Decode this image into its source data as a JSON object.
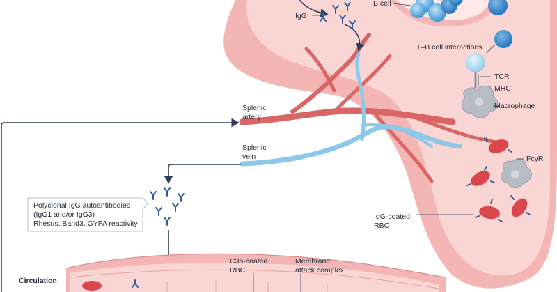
{
  "labels": {
    "igg": "IgG",
    "b_cell": "B cell",
    "tb_interactions": "T–B cell interactions",
    "tcr": "TCR",
    "mhc": "MHC",
    "macrophage": "Macrophage",
    "fcgr": "FcγR",
    "igg_coated_rbc_line1": "IgG-coated",
    "igg_coated_rbc_line2": "RBC",
    "splenic_artery_line1": "Splenic",
    "splenic_artery_line2": "artery",
    "splenic_vein_line1": "Splenic",
    "splenic_vein_line2": "vein",
    "autoab_line1": "Polyclonal IgG autoantibodies",
    "autoab_line2": "(IgG1 and/or IgG3)",
    "autoab_line3": "Rhesus, Band3, GYPA reactivity",
    "c3b_line1": "C3b-coated",
    "c3b_line2": "RBC",
    "mac_line1": "Membrane",
    "mac_line2": "attack complex",
    "circulation": "Circulation"
  },
  "colors": {
    "spleen_outer": "#f4b6b4",
    "spleen_inner": "#f9d6d3",
    "artery": "#d96565",
    "vein": "#8ec8e8",
    "b_cell": "#2f8fd4",
    "t_cell": "#9fd3f0",
    "macrophage": "#b8bcc4",
    "rbc": "#d9464c",
    "antibody": "#2f5f9a",
    "arrow": "#2e3e58"
  }
}
